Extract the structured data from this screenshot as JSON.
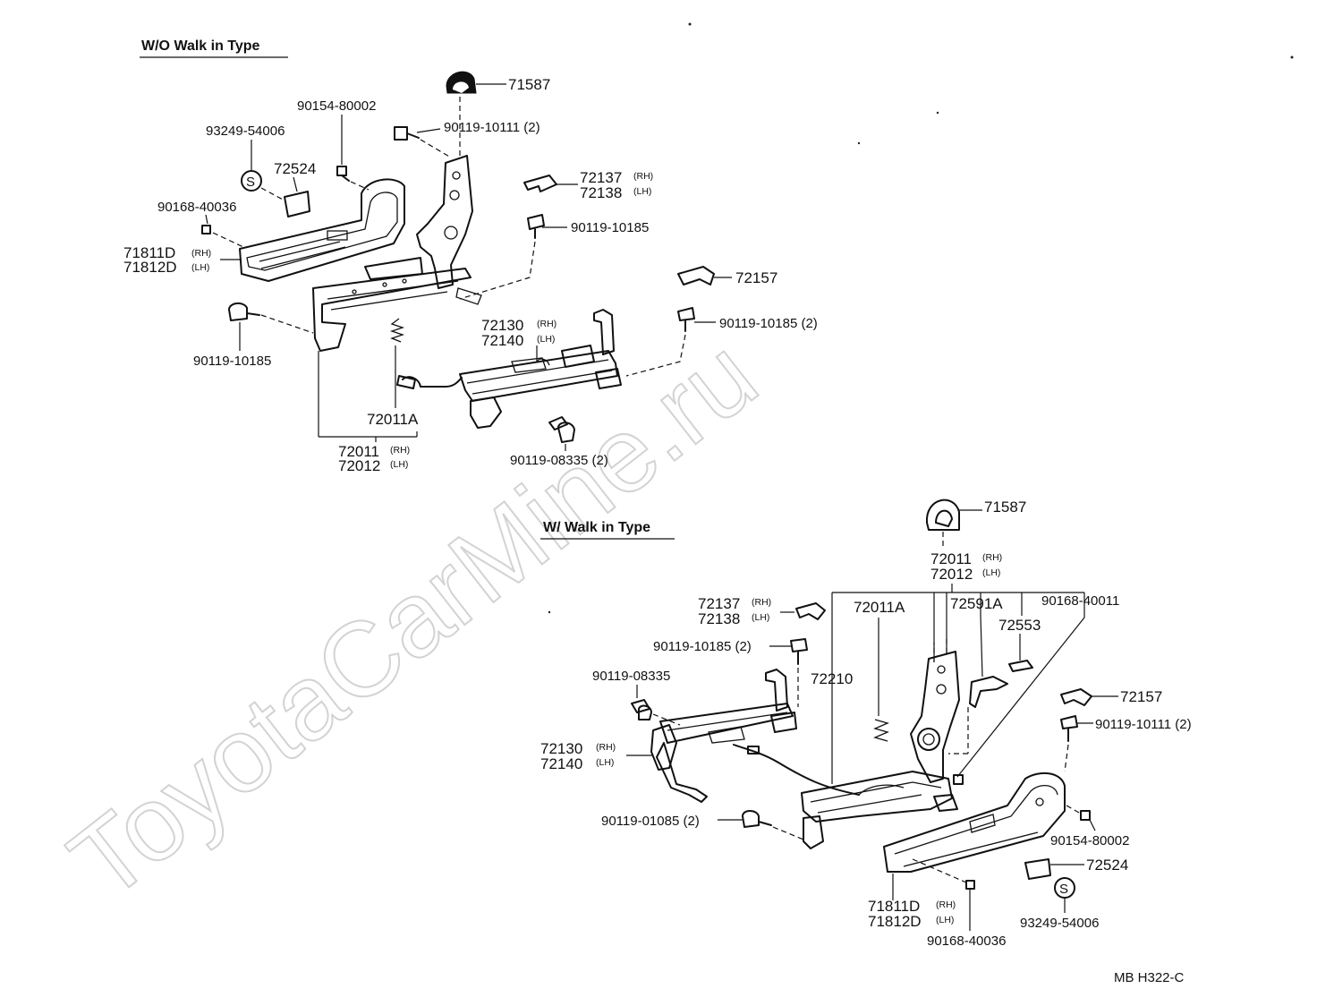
{
  "watermark": "ToyotaCarMine.ru",
  "footer_code": "MB  H322-C",
  "sections": {
    "wo": {
      "heading": "W/O Walk in Type"
    },
    "w": {
      "heading": "W/ Walk in Type"
    }
  },
  "wo_labels": {
    "p71587": "71587",
    "p90119_10111": "90119-10111 (2)",
    "p90154_80002": "90154-80002",
    "p93249_54006": "93249-54006",
    "p72524": "72524",
    "s_symbol": "S",
    "p72137": "72137",
    "p72138": "72138",
    "rh": "(RH)",
    "lh": "(LH)",
    "p90168_40036": "90168-40036",
    "p90119_10185a": "90119-10185",
    "p71811D": "71811D",
    "p71812D": "71812D",
    "p72157": "72157",
    "p90119_10185b": "90119-10185 (2)",
    "p72130": "72130",
    "p72140": "72140",
    "p90119_10185c": "90119-10185",
    "p72011A": "72011A",
    "p72011": "72011",
    "p72012": "72012",
    "p90119_08335": "90119-08335 (2)"
  },
  "w_labels": {
    "p71587": "71587",
    "p72011": "72011",
    "p72012": "72012",
    "rh": "(RH)",
    "lh": "(LH)",
    "p72137": "72137",
    "p72138": "72138",
    "p72011A": "72011A",
    "p72591A": "72591A",
    "p90168_40011": "90168-40011",
    "p72553": "72553",
    "p90119_10185": "90119-10185 (2)",
    "p72210": "72210",
    "p90119_08335": "90119-08335",
    "p72157": "72157",
    "p90119_10111": "90119-10111 (2)",
    "p72130": "72130",
    "p72140": "72140",
    "p90119_01085": "90119-01085 (2)",
    "p90154_80002": "90154-80002",
    "p72524": "72524",
    "s_symbol": "S",
    "p71811D": "71811D",
    "p71812D": "71812D",
    "p93249_54006": "93249-54006",
    "p90168_40036": "90168-40036"
  }
}
